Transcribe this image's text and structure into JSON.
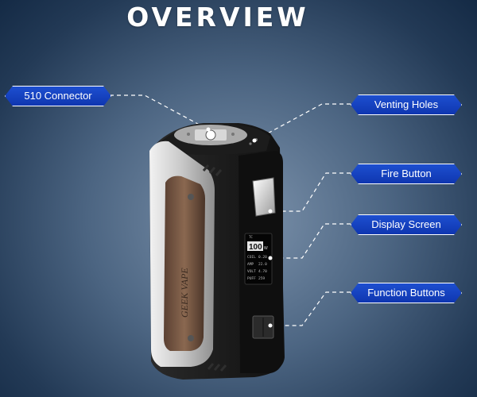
{
  "title": "OVERVIEW",
  "callouts": {
    "connector": "510 Connector",
    "venting": "Venting Holes",
    "fire": "Fire Button",
    "display": "Display Screen",
    "function": "Function Buttons"
  },
  "screen": {
    "mode": "TC",
    "value": "100",
    "unit": "W",
    "rows": [
      {
        "label": "COIL",
        "value": "0.20"
      },
      {
        "label": "AMP",
        "value": "22.0"
      },
      {
        "label": "VOLT",
        "value": "4.70"
      },
      {
        "label": "PUFF",
        "value": "259"
      }
    ]
  },
  "device": {
    "brand_text": "GEEK VAPE",
    "body_color": "#141414",
    "accent_color": "#1d4fd0"
  }
}
